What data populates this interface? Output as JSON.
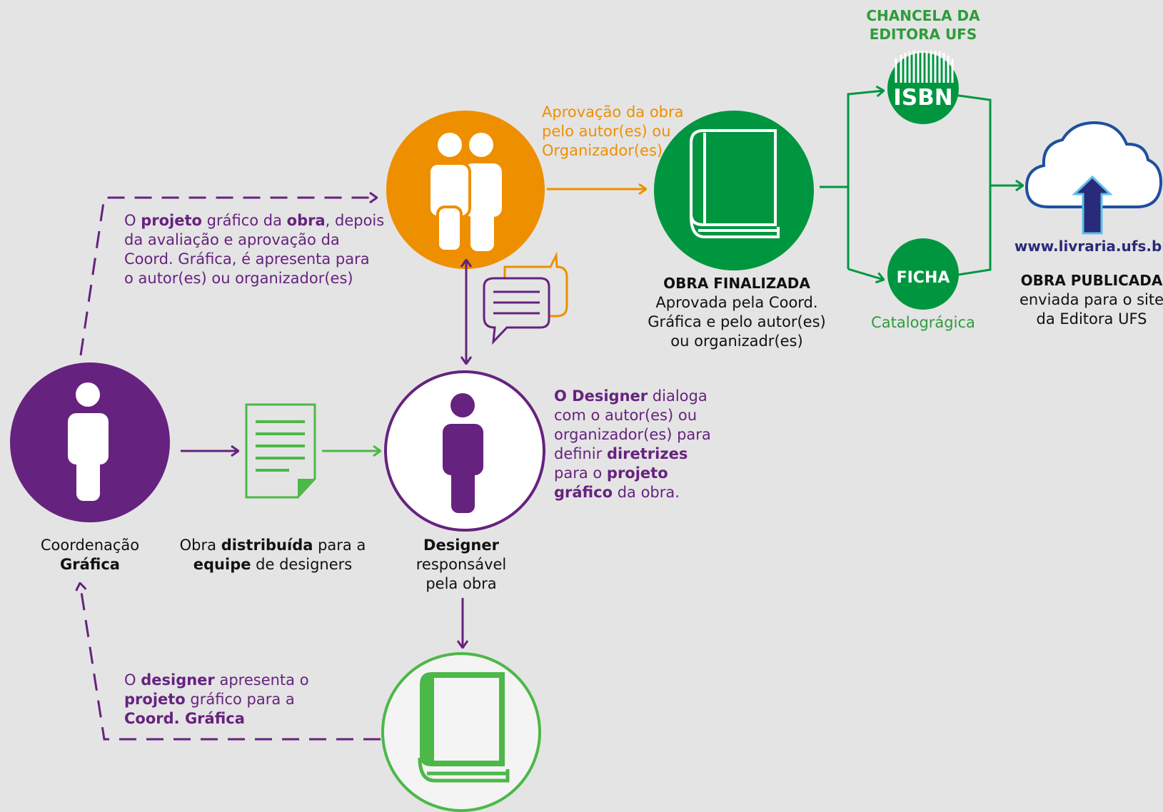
{
  "colors": {
    "purple": "#66227f",
    "orange": "#ee8f00",
    "green": "#2e9c3b",
    "dark_green": "#009640",
    "light_green": "#4cb848",
    "navy": "#2a2a7a",
    "cloud_blue": "#1e4fa0",
    "background": "#e4e4e4"
  },
  "coordenacao": {
    "line1": "Coordenação",
    "line2": "Gráfica"
  },
  "distribuida": {
    "p1": "Obra ",
    "b1": "distribuída",
    "p2": " para a",
    "b2": "equipe",
    "p3": " de designers"
  },
  "designer": {
    "title": "Designer",
    "line2": "responsável",
    "line3": "pela obra"
  },
  "dialoga": {
    "b1": "O Designer",
    "p1": " dialoga",
    "l2": "com o autor(es) ou",
    "l3": "organizador(es) para",
    "p4": "definir ",
    "b4": "diretrizes",
    "p5": "para o ",
    "b5": "projeto",
    "b6": "gráfico",
    "p6": " da obra."
  },
  "projeto_apresentado": {
    "p1": "O ",
    "b1": "projeto",
    "p2": " gráfico da ",
    "b2": "obra",
    "p3": ", depois",
    "l2": "da avaliação e aprovação da",
    "l3": "Coord. Gráfica, é apresenta para",
    "l4": "o autor(es) ou organizador(es)"
  },
  "aprovacao": {
    "l1": "Aprovação da obra",
    "l2": "pelo autor(es) ou",
    "l3": "Organizador(es)"
  },
  "finalizada": {
    "title": "OBRA FINALIZADA",
    "l2": "Aprovada pela Coord.",
    "l3": "Gráfica e pelo autor(es)",
    "l4": "ou organizadr(es)"
  },
  "chancela": {
    "l1": "CHANCELA DA",
    "l2": "EDITORA UFS"
  },
  "isbn": {
    "label": "ISBN"
  },
  "ficha": {
    "label": "FICHA",
    "caption": "Catalográgica"
  },
  "site": {
    "url": "www.livraria.ufs.br",
    "title": "OBRA PUBLICADA",
    "l2": "enviada para o site",
    "l3": "da Editora UFS"
  },
  "designer_apresenta": {
    "p1": "O ",
    "b1": "designer",
    "p2": " apresenta o",
    "b2": "projeto",
    "p3": " gráfico para a",
    "b3": "Coord. Gráfica"
  },
  "icons": [
    "person-icon",
    "document-icon",
    "people-icon",
    "chat-icon",
    "book-icon",
    "barcode-icon",
    "cloud-upload-icon"
  ]
}
